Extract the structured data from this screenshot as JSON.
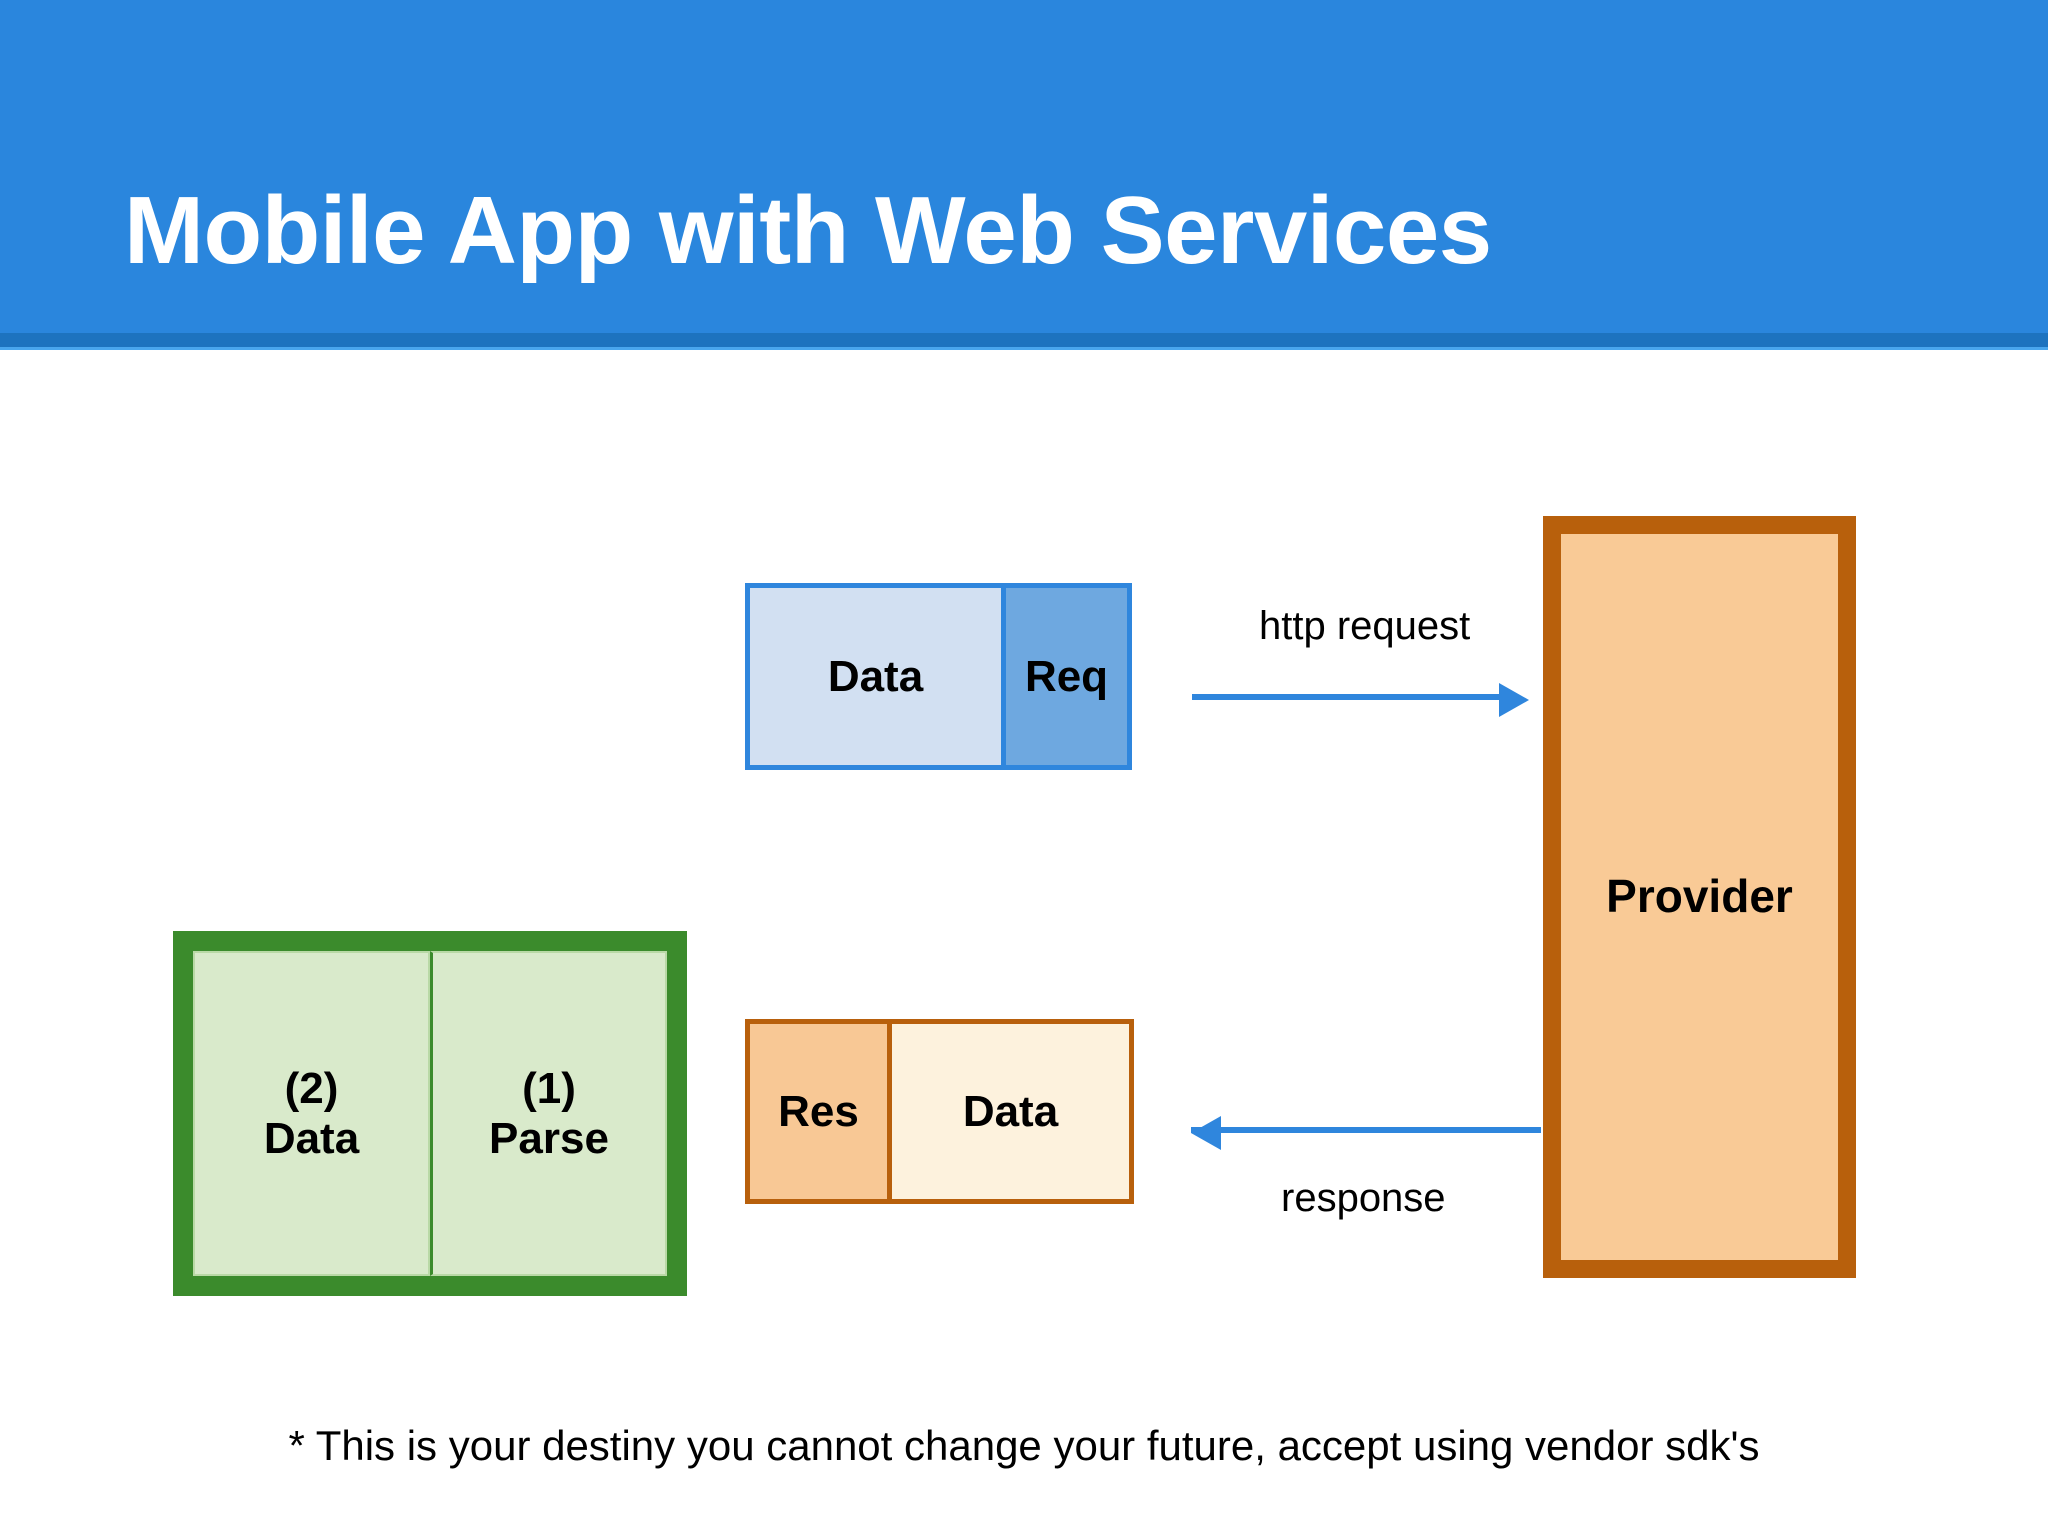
{
  "slide": {
    "title": "Mobile App with Web Services",
    "footnote": "* This is your destiny you cannot change your future, accept using vendor sdk's",
    "background_color": "#ffffff"
  },
  "header": {
    "band_color": "#2a86dd",
    "underline_dark_color": "#1d73bf",
    "underline_light_color": "#49a6ee",
    "title_color": "#ffffff"
  },
  "diagram": {
    "type": "flow",
    "request_packet": {
      "name": "http-request-packet",
      "border_color": "#2f86dd",
      "cells": [
        {
          "label": "Data",
          "fill": "#d2e0f2"
        },
        {
          "label": "Req",
          "fill": "#6ea8e0"
        }
      ]
    },
    "response_packet": {
      "name": "http-response-packet",
      "border_color": "#b8600c",
      "cells": [
        {
          "label": "Res",
          "fill": "#f8c895"
        },
        {
          "label": "Data",
          "fill": "#fdf2dd"
        }
      ]
    },
    "provider": {
      "label": "Provider",
      "fill": "#f9ca96",
      "border_color": "#b8600c"
    },
    "mobile_app": {
      "name": "mobile-app-container",
      "border_color": "#3b8b2c",
      "fill": "#d9eacb",
      "cells": [
        {
          "step": "(2)",
          "label": "Data",
          "text": "(2)\nData"
        },
        {
          "step": "(1)",
          "label": "Parse",
          "text": "(1)\nParse"
        }
      ]
    },
    "arrows": [
      {
        "name": "http-request-arrow",
        "label": "http request",
        "direction": "right",
        "color": "#2f86dd",
        "from": "request-packet",
        "to": "provider"
      },
      {
        "name": "response-arrow",
        "label": "response",
        "direction": "left",
        "color": "#2f86dd",
        "from": "provider",
        "to": "response-packet"
      }
    ]
  }
}
